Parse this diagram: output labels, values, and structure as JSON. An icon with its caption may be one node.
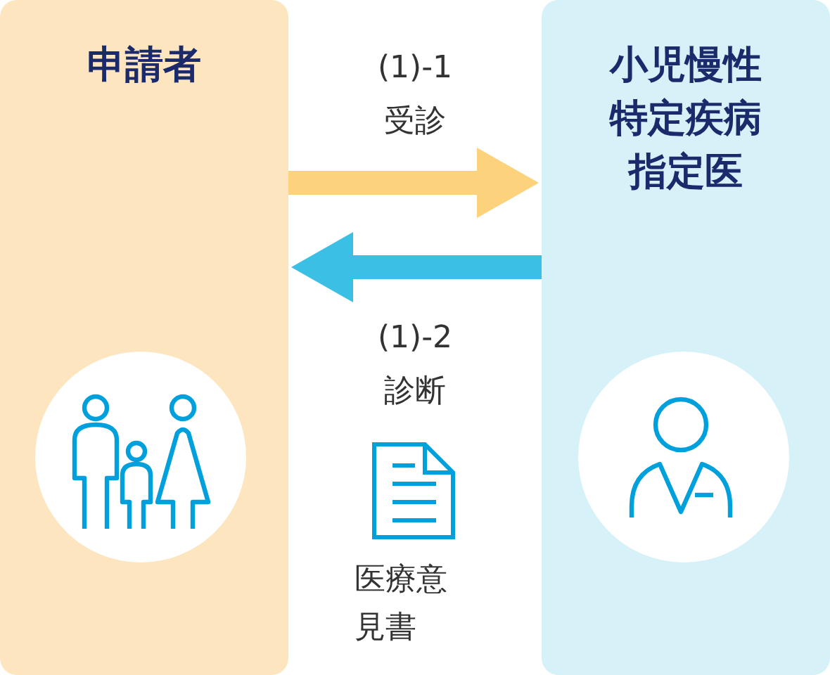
{
  "diagram": {
    "nodes": [
      {
        "text": [
          "申請者"
        ]
      },
      {
        "text": [
          "小児慢性特定疾病指定医"
        ]
      }
    ],
    "edges": [
      {
        "from": 0,
        "to": 1,
        "arrow": "to",
        "label": "(1)-1 受診",
        "color": "#fdd27c"
      },
      {
        "from": 1,
        "to": 0,
        "arrow": "to",
        "label": "(1)-2 診断",
        "color": "#3bbfe4"
      }
    ],
    "labels": [
      "医療意見書"
    ]
  }
}
